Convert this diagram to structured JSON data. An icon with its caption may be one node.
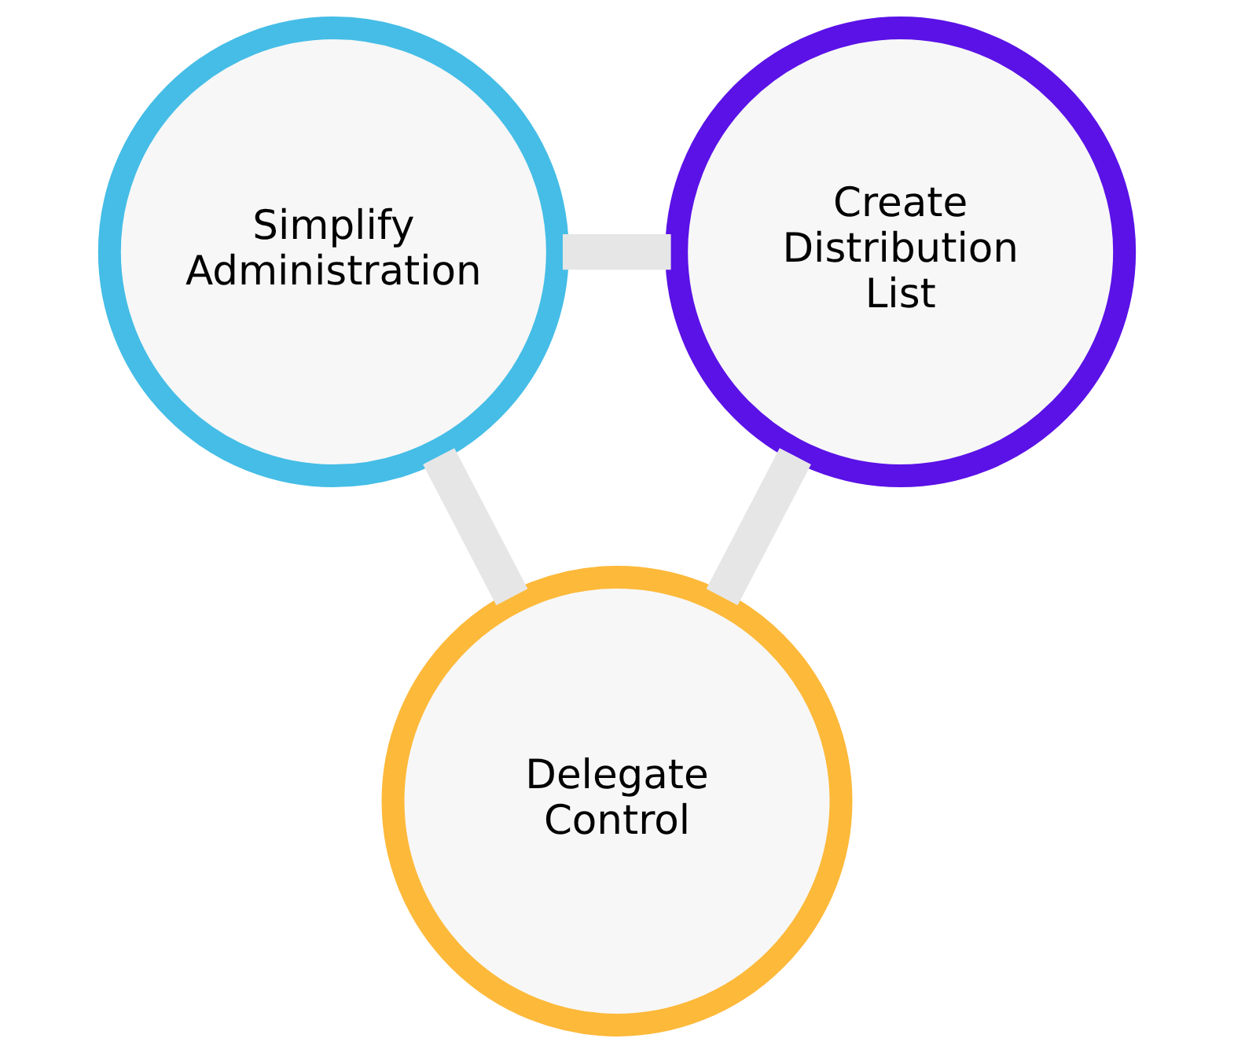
{
  "diagram": {
    "nodes": [
      {
        "text": [
          "Simplify Administration"
        ]
      },
      {
        "text": [
          "Create Distribution List"
        ]
      },
      {
        "text": [
          "Delegate Control"
        ]
      }
    ],
    "edges": [
      {
        "from": 0,
        "to": 1,
        "arrow": "none"
      },
      {
        "from": 0,
        "to": 2,
        "arrow": "none"
      },
      {
        "from": 1,
        "to": 2,
        "arrow": "none"
      }
    ]
  }
}
